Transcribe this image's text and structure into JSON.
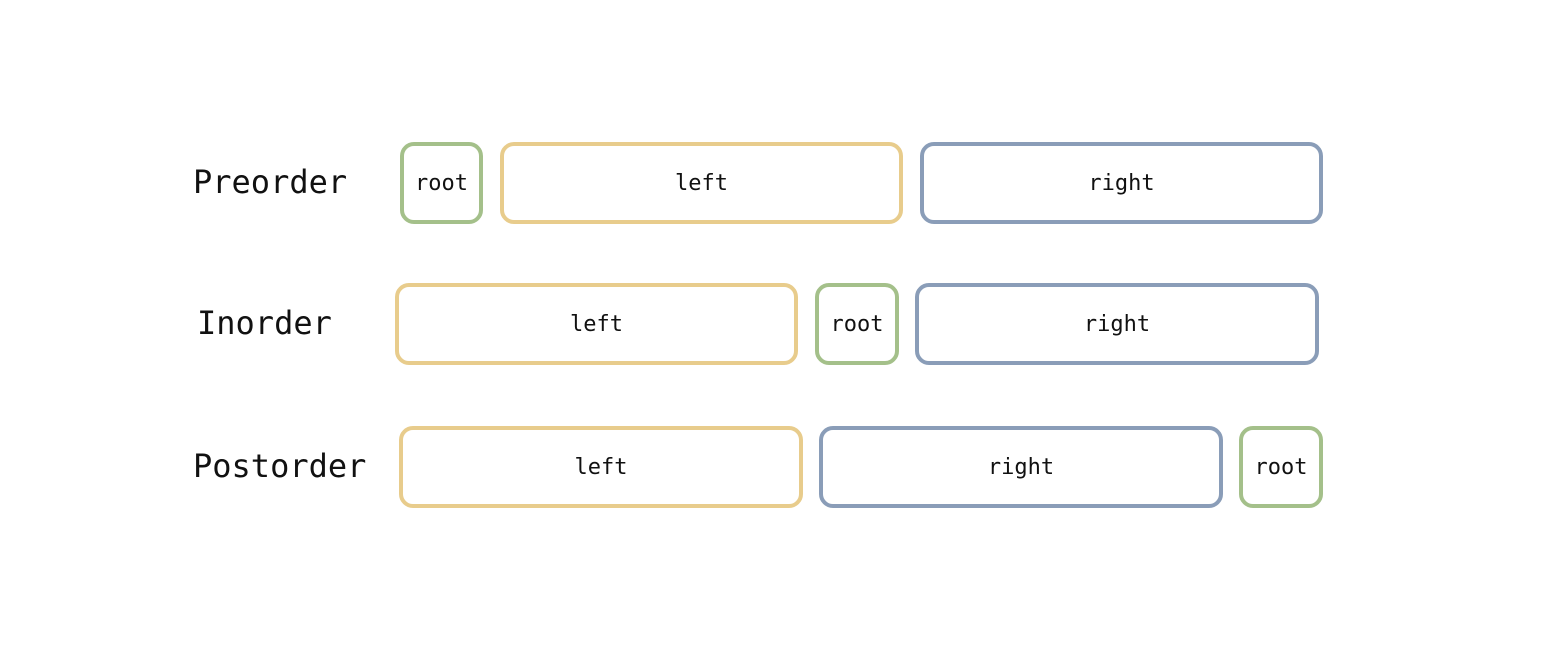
{
  "colors": {
    "root": "#a4c08a",
    "left": "#e8cc8c",
    "right": "#8a9db8"
  },
  "rows": [
    {
      "label": "Preorder",
      "segments": [
        {
          "kind": "root",
          "text": "root"
        },
        {
          "kind": "left",
          "text": "left"
        },
        {
          "kind": "right",
          "text": "right"
        }
      ]
    },
    {
      "label": "Inorder",
      "segments": [
        {
          "kind": "left",
          "text": "left"
        },
        {
          "kind": "root",
          "text": "root"
        },
        {
          "kind": "right",
          "text": "right"
        }
      ]
    },
    {
      "label": "Postorder",
      "segments": [
        {
          "kind": "left",
          "text": "left"
        },
        {
          "kind": "right",
          "text": "right"
        },
        {
          "kind": "root",
          "text": "root"
        }
      ]
    }
  ]
}
